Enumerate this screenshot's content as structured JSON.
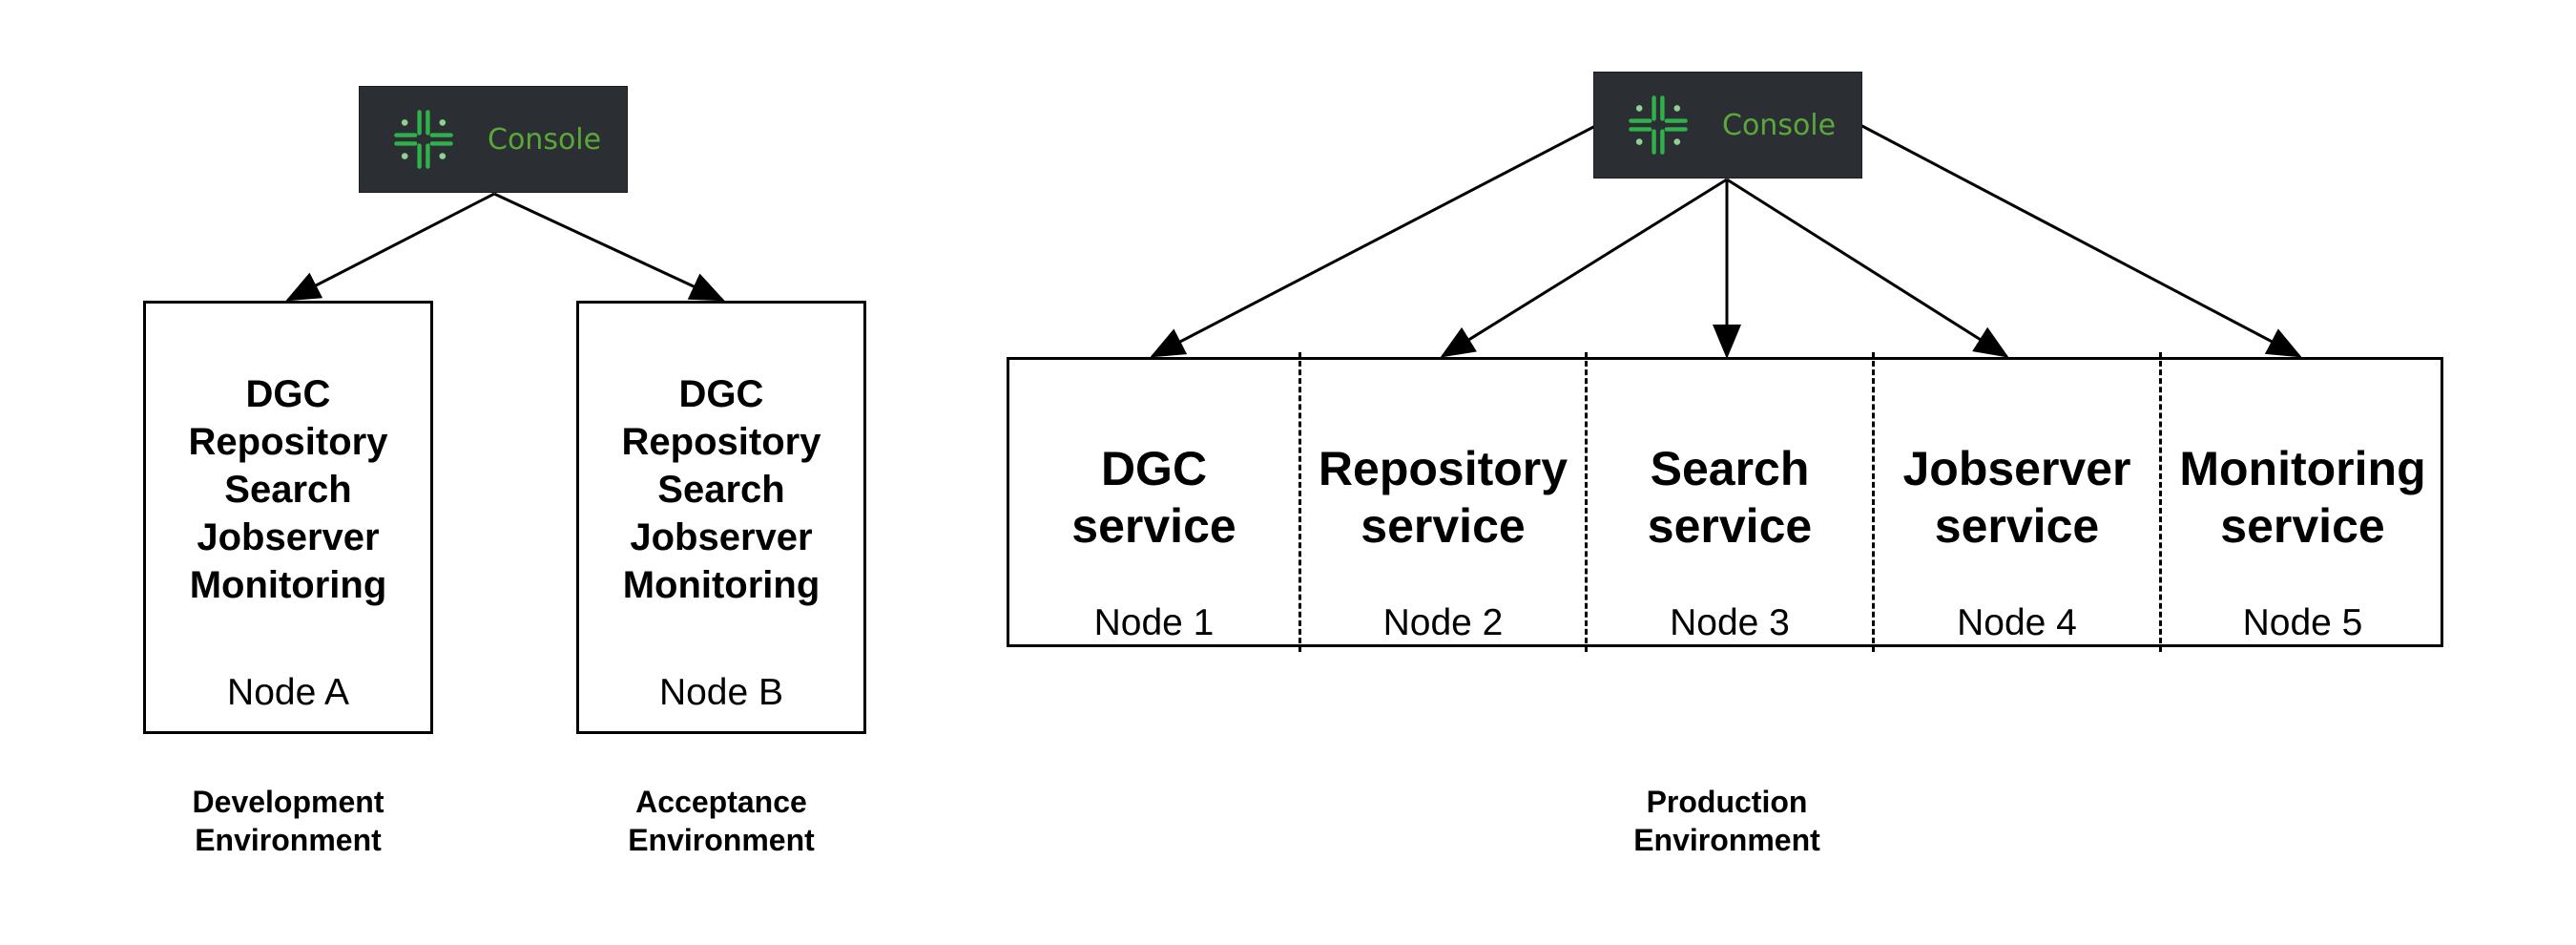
{
  "colors": {
    "console_bg": "#2b2e33",
    "console_text": "#5aa83a",
    "line": "#000000"
  },
  "development": {
    "console": {
      "icon": "collibra-logo-icon",
      "label": "Console"
    },
    "node": {
      "services": [
        "DGC",
        "Repository",
        "Search",
        "Jobserver",
        "Monitoring"
      ],
      "name": "Node A"
    },
    "env_label": [
      "Development",
      "Environment"
    ]
  },
  "acceptance": {
    "console": {
      "icon": "collibra-logo-icon",
      "label": "Console"
    },
    "node": {
      "services": [
        "DGC",
        "Repository",
        "Search",
        "Jobserver",
        "Monitoring"
      ],
      "name": "Node B"
    },
    "env_label": [
      "Acceptance",
      "Environment"
    ]
  },
  "production": {
    "console": {
      "icon": "collibra-logo-icon",
      "label": "Console"
    },
    "nodes": [
      {
        "service": [
          "DGC",
          "service"
        ],
        "name": "Node 1"
      },
      {
        "service": [
          "Repository",
          "service"
        ],
        "name": "Node 2"
      },
      {
        "service": [
          "Search",
          "service"
        ],
        "name": "Node 3"
      },
      {
        "service": [
          "Jobserver",
          "service"
        ],
        "name": "Node 4"
      },
      {
        "service": [
          "Monitoring",
          "service"
        ],
        "name": "Node 5"
      }
    ],
    "env_label": [
      "Production",
      "Environment"
    ]
  }
}
